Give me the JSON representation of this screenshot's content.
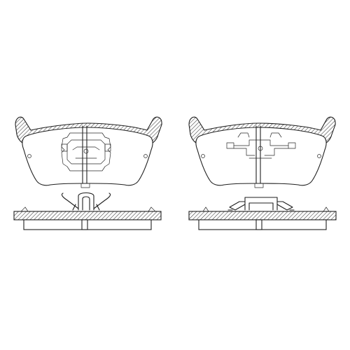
{
  "figure": {
    "subject": "brake-pad-set",
    "views": [
      {
        "id": "left-pad",
        "view": "front",
        "has_clip": true
      },
      {
        "id": "right-pad",
        "view": "front",
        "has_clip": true
      },
      {
        "id": "left-pad-profile",
        "view": "side"
      },
      {
        "id": "right-pad-profile",
        "view": "side"
      }
    ],
    "colors": {
      "line": "#1f1f1f",
      "background": "#ffffff",
      "hatch": "#3a3a3a"
    }
  }
}
